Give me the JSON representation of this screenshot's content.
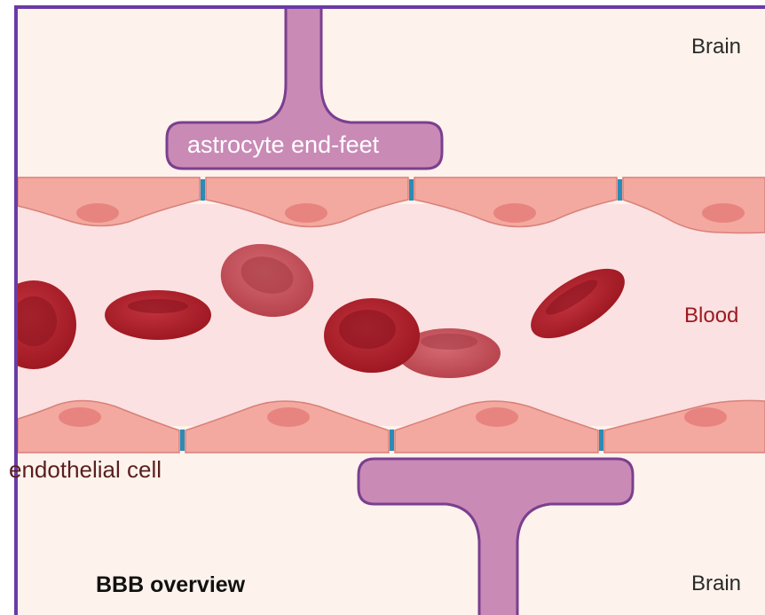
{
  "labels": {
    "brain_top": "Brain",
    "brain_bottom": "Brain",
    "blood": "Blood",
    "astrocyte": "astrocyte end-feet",
    "endothelial": "endothelial cell",
    "title": "BBB overview"
  },
  "colors": {
    "frame": "#6b3aa6",
    "brain_bg": "#fdf3ec",
    "vessel_lumen": "#fbe0e0",
    "endothelial_cell": "#f3a9a0",
    "endothelial_outline": "#d9807a",
    "nucleus": "#e8847f",
    "tight_junction": "#2c8bb5",
    "astrocyte_fill": "#c98ab6",
    "astrocyte_outline": "#7b3f8f",
    "rbc_dark": "#b2202c",
    "rbc_light": "#cf5a63"
  }
}
